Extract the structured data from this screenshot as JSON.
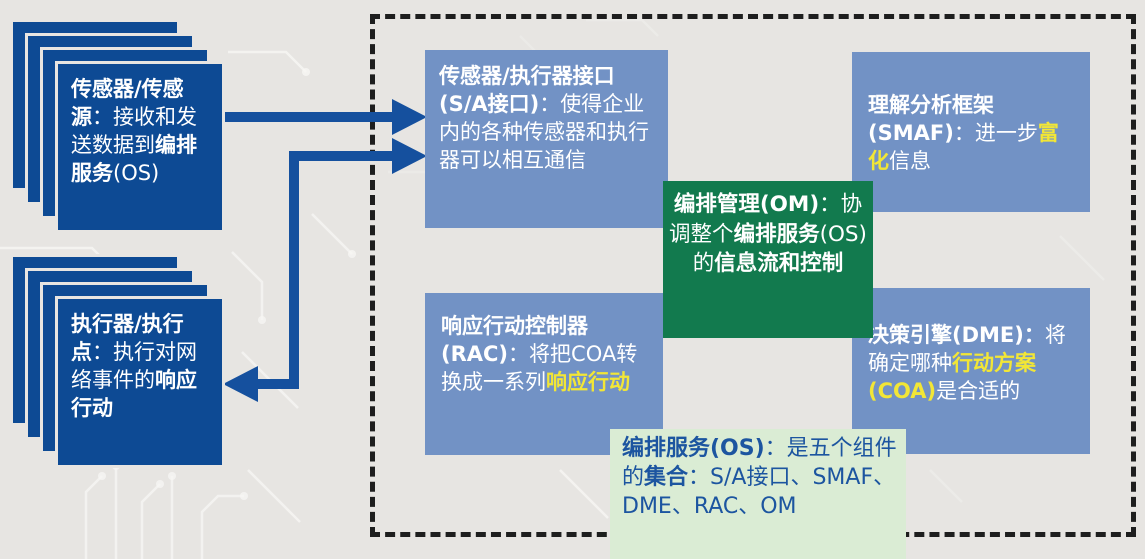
{
  "palette": {
    "navy": "#0d4a94",
    "arrow_blue": "#15509e",
    "box_blue": "#7292c5",
    "green": "#127a4e",
    "light_green": "#daecd4",
    "highlight": "#f2e636",
    "text_white": "#ffffff",
    "text_blue": "#1c55a0",
    "background": "#e7e5e2",
    "dash_black": "#1e1e1e"
  },
  "left_panel": {
    "sensor_stack": {
      "segments": [
        {
          "t": "传感器/传感源",
          "b": true
        },
        {
          "t": "：接收和发送数据到"
        },
        {
          "t": "编排服务",
          "b": true
        },
        {
          "t": "(OS)"
        }
      ]
    },
    "actuator_stack": {
      "segments": [
        {
          "t": "执行器/执行点",
          "b": true
        },
        {
          "t": "：执行对网络事件的"
        },
        {
          "t": "响应行动",
          "b": true
        }
      ]
    }
  },
  "diagram": {
    "sa_interface": {
      "segments": [
        {
          "t": "传感器/执行器接口(S/A接口)",
          "b": true
        },
        {
          "t": "：使得企业内的各种传感器和执行器可以相互通信"
        }
      ]
    },
    "smaf": {
      "segments": [
        {
          "t": "理解分析框架(SMAF)",
          "b": true
        },
        {
          "t": "：进一步"
        },
        {
          "t": "富化",
          "b": true,
          "c": "highlight"
        },
        {
          "t": "信息"
        }
      ]
    },
    "om": {
      "segments": [
        {
          "t": "编排管理(OM)",
          "b": true
        },
        {
          "t": "：协调整个"
        },
        {
          "t": "编排服务",
          "b": true
        },
        {
          "t": "(OS)的"
        },
        {
          "t": "信息流和控制",
          "b": true
        }
      ]
    },
    "rac": {
      "segments": [
        {
          "t": "响应行动控制器(RAC)",
          "b": true
        },
        {
          "t": "：将把COA转换成一系列"
        },
        {
          "t": "响应行动",
          "b": true,
          "c": "highlight"
        }
      ]
    },
    "dme": {
      "segments": [
        {
          "t": "决策引擎(DME)：",
          "b": true
        },
        {
          "t": "将确定哪种"
        },
        {
          "t": "行动方案(COA)",
          "b": true,
          "c": "highlight"
        },
        {
          "t": "是合适的"
        }
      ]
    },
    "os_note": {
      "segments": [
        {
          "t": "编排服务(OS)",
          "b": true
        },
        {
          "t": "：是五个组件的"
        },
        {
          "t": "集合",
          "b": true
        },
        {
          "t": "：S/A接口、SMAF、DME、RAC、OM"
        }
      ]
    }
  }
}
